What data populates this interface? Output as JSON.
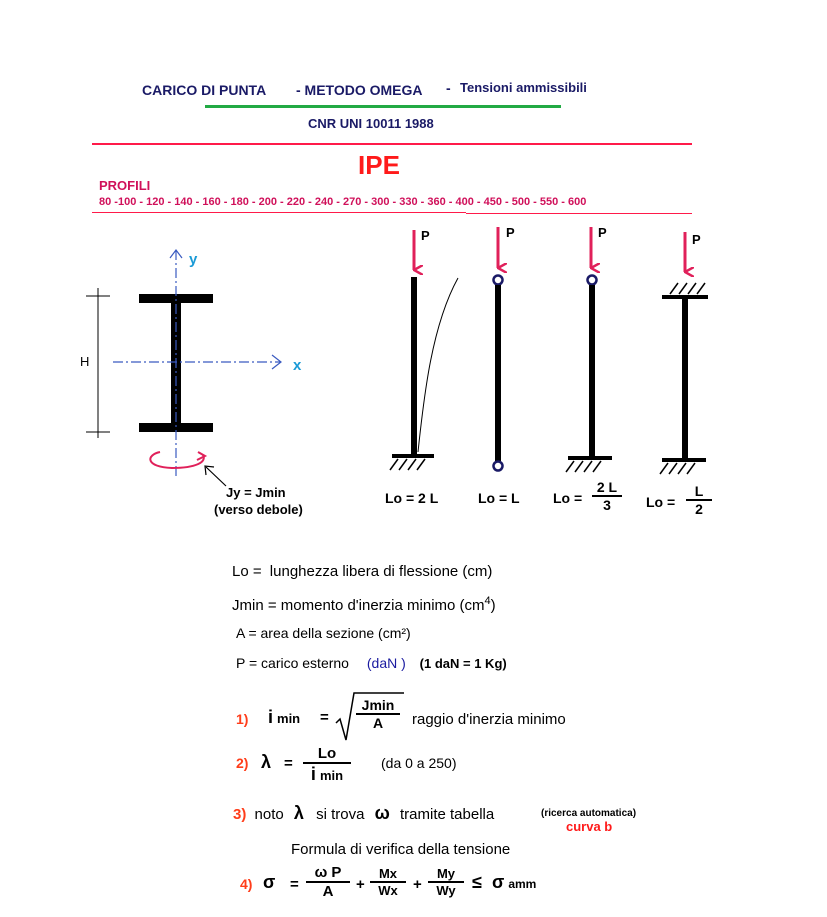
{
  "header": {
    "title_main": "CARICO DI PUNTA",
    "title_method": "- METODO  OMEGA",
    "title_dash": "-",
    "title_sub": "Tensioni ammissibili",
    "norm": "CNR UNI 10011 1988"
  },
  "profile": {
    "name": "IPE",
    "profili_label": "PROFILI",
    "sizes": "80 -100 - 120 - 140 - 160 - 180 - 200 - 220 - 240 - 270 -  300 - 330 - 360 - 400 - 450 - 500 - 550 - 600"
  },
  "section": {
    "axis_y": "y",
    "axis_x": "x",
    "height_label": "H",
    "jy_label": "Jy = Jmin",
    "weak_label": "(verso debole)"
  },
  "columns": {
    "load_label": "P",
    "cases": [
      {
        "lo": "Lo = 2 L"
      },
      {
        "lo": "Lo = L"
      },
      {
        "lo": "Lo =",
        "num": "2  L",
        "den": "3"
      },
      {
        "lo": "Lo =",
        "num": "L",
        "den": "2"
      }
    ]
  },
  "definitions": {
    "lo": {
      "sym": "Lo =",
      "text": "lunghezza libera di  flessione  (cm)"
    },
    "jmin": {
      "text": "Jmin = momento d'inerzia minimo  (cm",
      "sup": "4",
      "close": ")"
    },
    "area": "A = area della sezione (cm²)",
    "load": {
      "text": "P = carico esterno",
      "unit": "(daN )",
      "note": "(1 daN = 1 Kg)"
    }
  },
  "formulas": {
    "f1": {
      "n": "1)",
      "sym": "i",
      "sub": "min",
      "eq": "=",
      "num": "Jmin",
      "den": "A",
      "desc": "raggio d'inerzia minimo"
    },
    "f2": {
      "n": "2)",
      "sym": "λ",
      "eq": "=",
      "num": "Lo",
      "den_sym": "i",
      "den_sub": "min",
      "range": "(da 0 a 250)"
    },
    "f3": {
      "n": "3)",
      "text1": "noto",
      "lambda": "λ",
      "text2": "si trova",
      "omega": "ω",
      "text3": "tramite tabella",
      "note": "(ricerca automatica)",
      "curve": "curva  b"
    },
    "verify_title": "Formula di verifica della tensione",
    "f4": {
      "n": "4)",
      "sigma": "σ",
      "eq": "=",
      "num1": "ω  P",
      "den1": "A",
      "plus1": "+",
      "num2": "Mx",
      "den2": "Wx",
      "plus2": "+",
      "num3": "My",
      "den3": "Wy",
      "leq": "≤",
      "sigma2": "σ",
      "amm": "amm"
    }
  },
  "colors": {
    "title": "#1a1a66",
    "red": "#ff1a1a",
    "magenta": "#d0105a",
    "green": "#22aa44",
    "load_arrow": "#e0205a",
    "axis": "#1a9ad6",
    "moment_arrow": "#e0205a"
  }
}
